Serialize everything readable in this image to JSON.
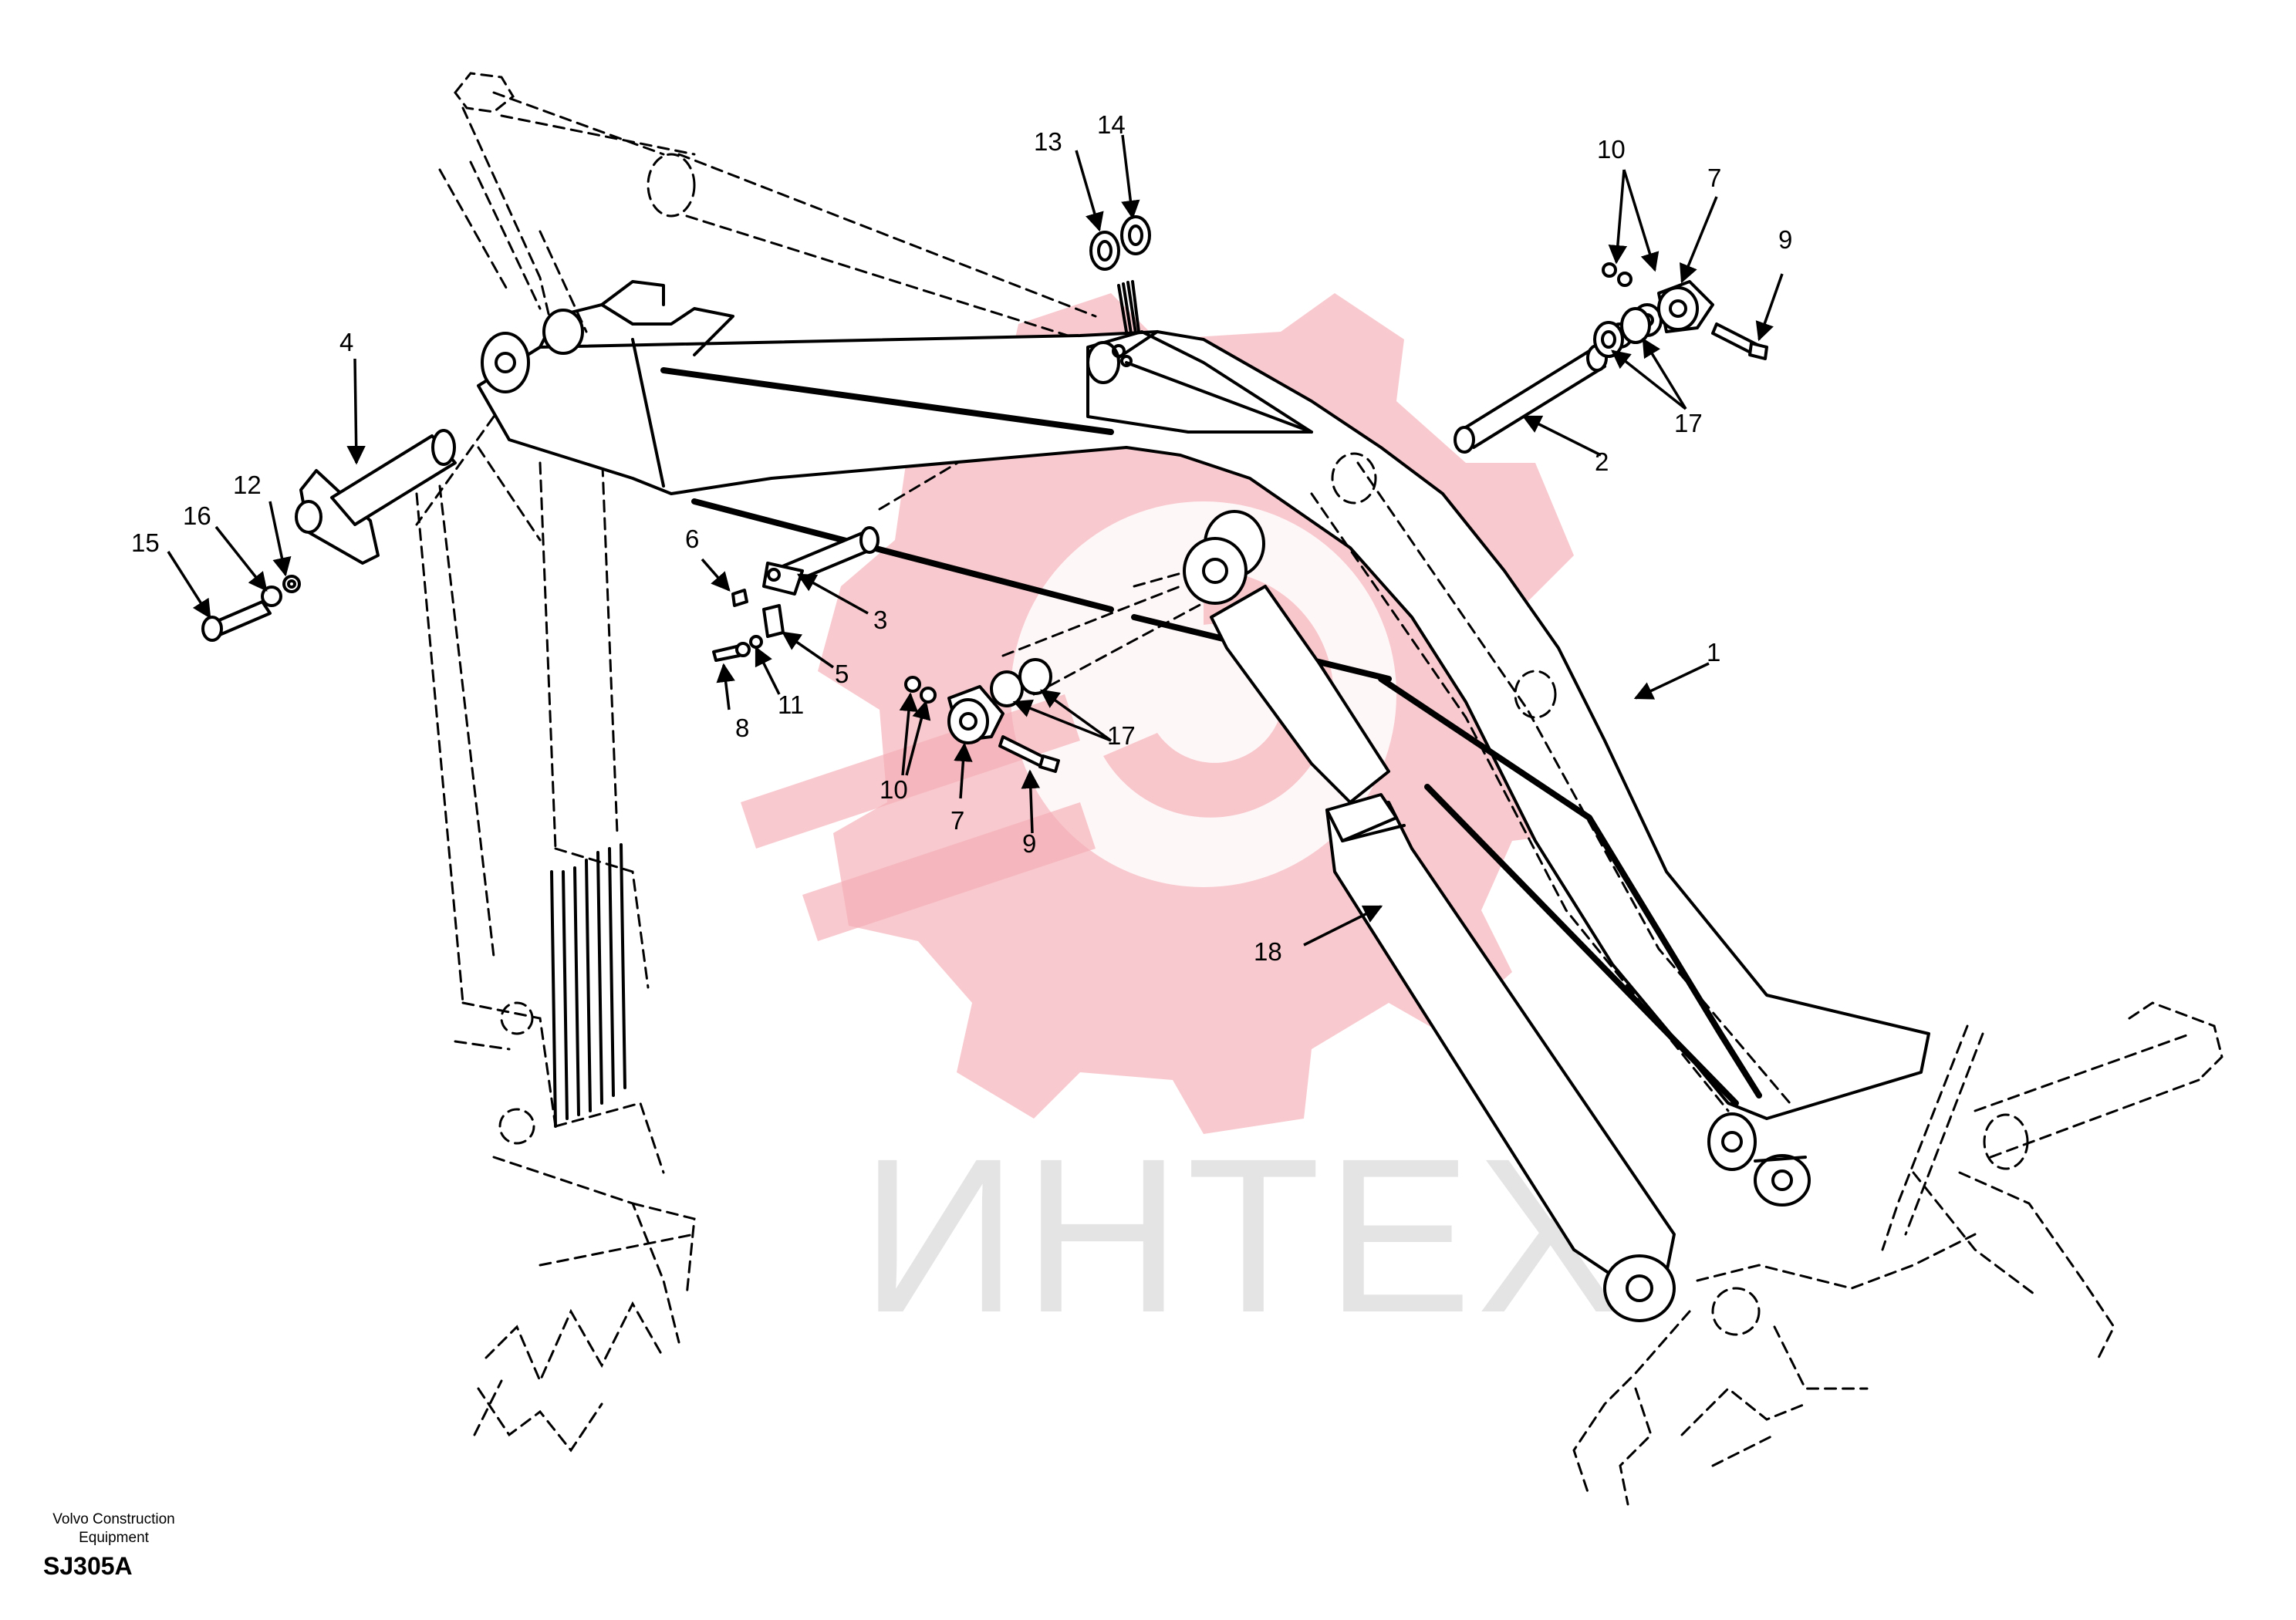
{
  "watermark": {
    "text": "ИНТЕХ",
    "color": "#f4a9b1"
  },
  "callouts": [
    {
      "id": "c1",
      "label": "1"
    },
    {
      "id": "c2",
      "label": "2"
    },
    {
      "id": "c3",
      "label": "3"
    },
    {
      "id": "c4",
      "label": "4"
    },
    {
      "id": "c5",
      "label": "5"
    },
    {
      "id": "c6",
      "label": "6"
    },
    {
      "id": "c7a",
      "label": "7"
    },
    {
      "id": "c7b",
      "label": "7"
    },
    {
      "id": "c8",
      "label": "8"
    },
    {
      "id": "c9a",
      "label": "9"
    },
    {
      "id": "c9b",
      "label": "9"
    },
    {
      "id": "c10a",
      "label": "10"
    },
    {
      "id": "c10b",
      "label": "10"
    },
    {
      "id": "c11",
      "label": "11"
    },
    {
      "id": "c12",
      "label": "12"
    },
    {
      "id": "c13",
      "label": "13"
    },
    {
      "id": "c14",
      "label": "14"
    },
    {
      "id": "c15",
      "label": "15"
    },
    {
      "id": "c16",
      "label": "16"
    },
    {
      "id": "c17a",
      "label": "17"
    },
    {
      "id": "c17b",
      "label": "17"
    },
    {
      "id": "c18",
      "label": "18"
    }
  ],
  "footer": {
    "brand_line1": "Volvo Construction",
    "brand_line2": "Equipment",
    "code": "SJ305A"
  }
}
